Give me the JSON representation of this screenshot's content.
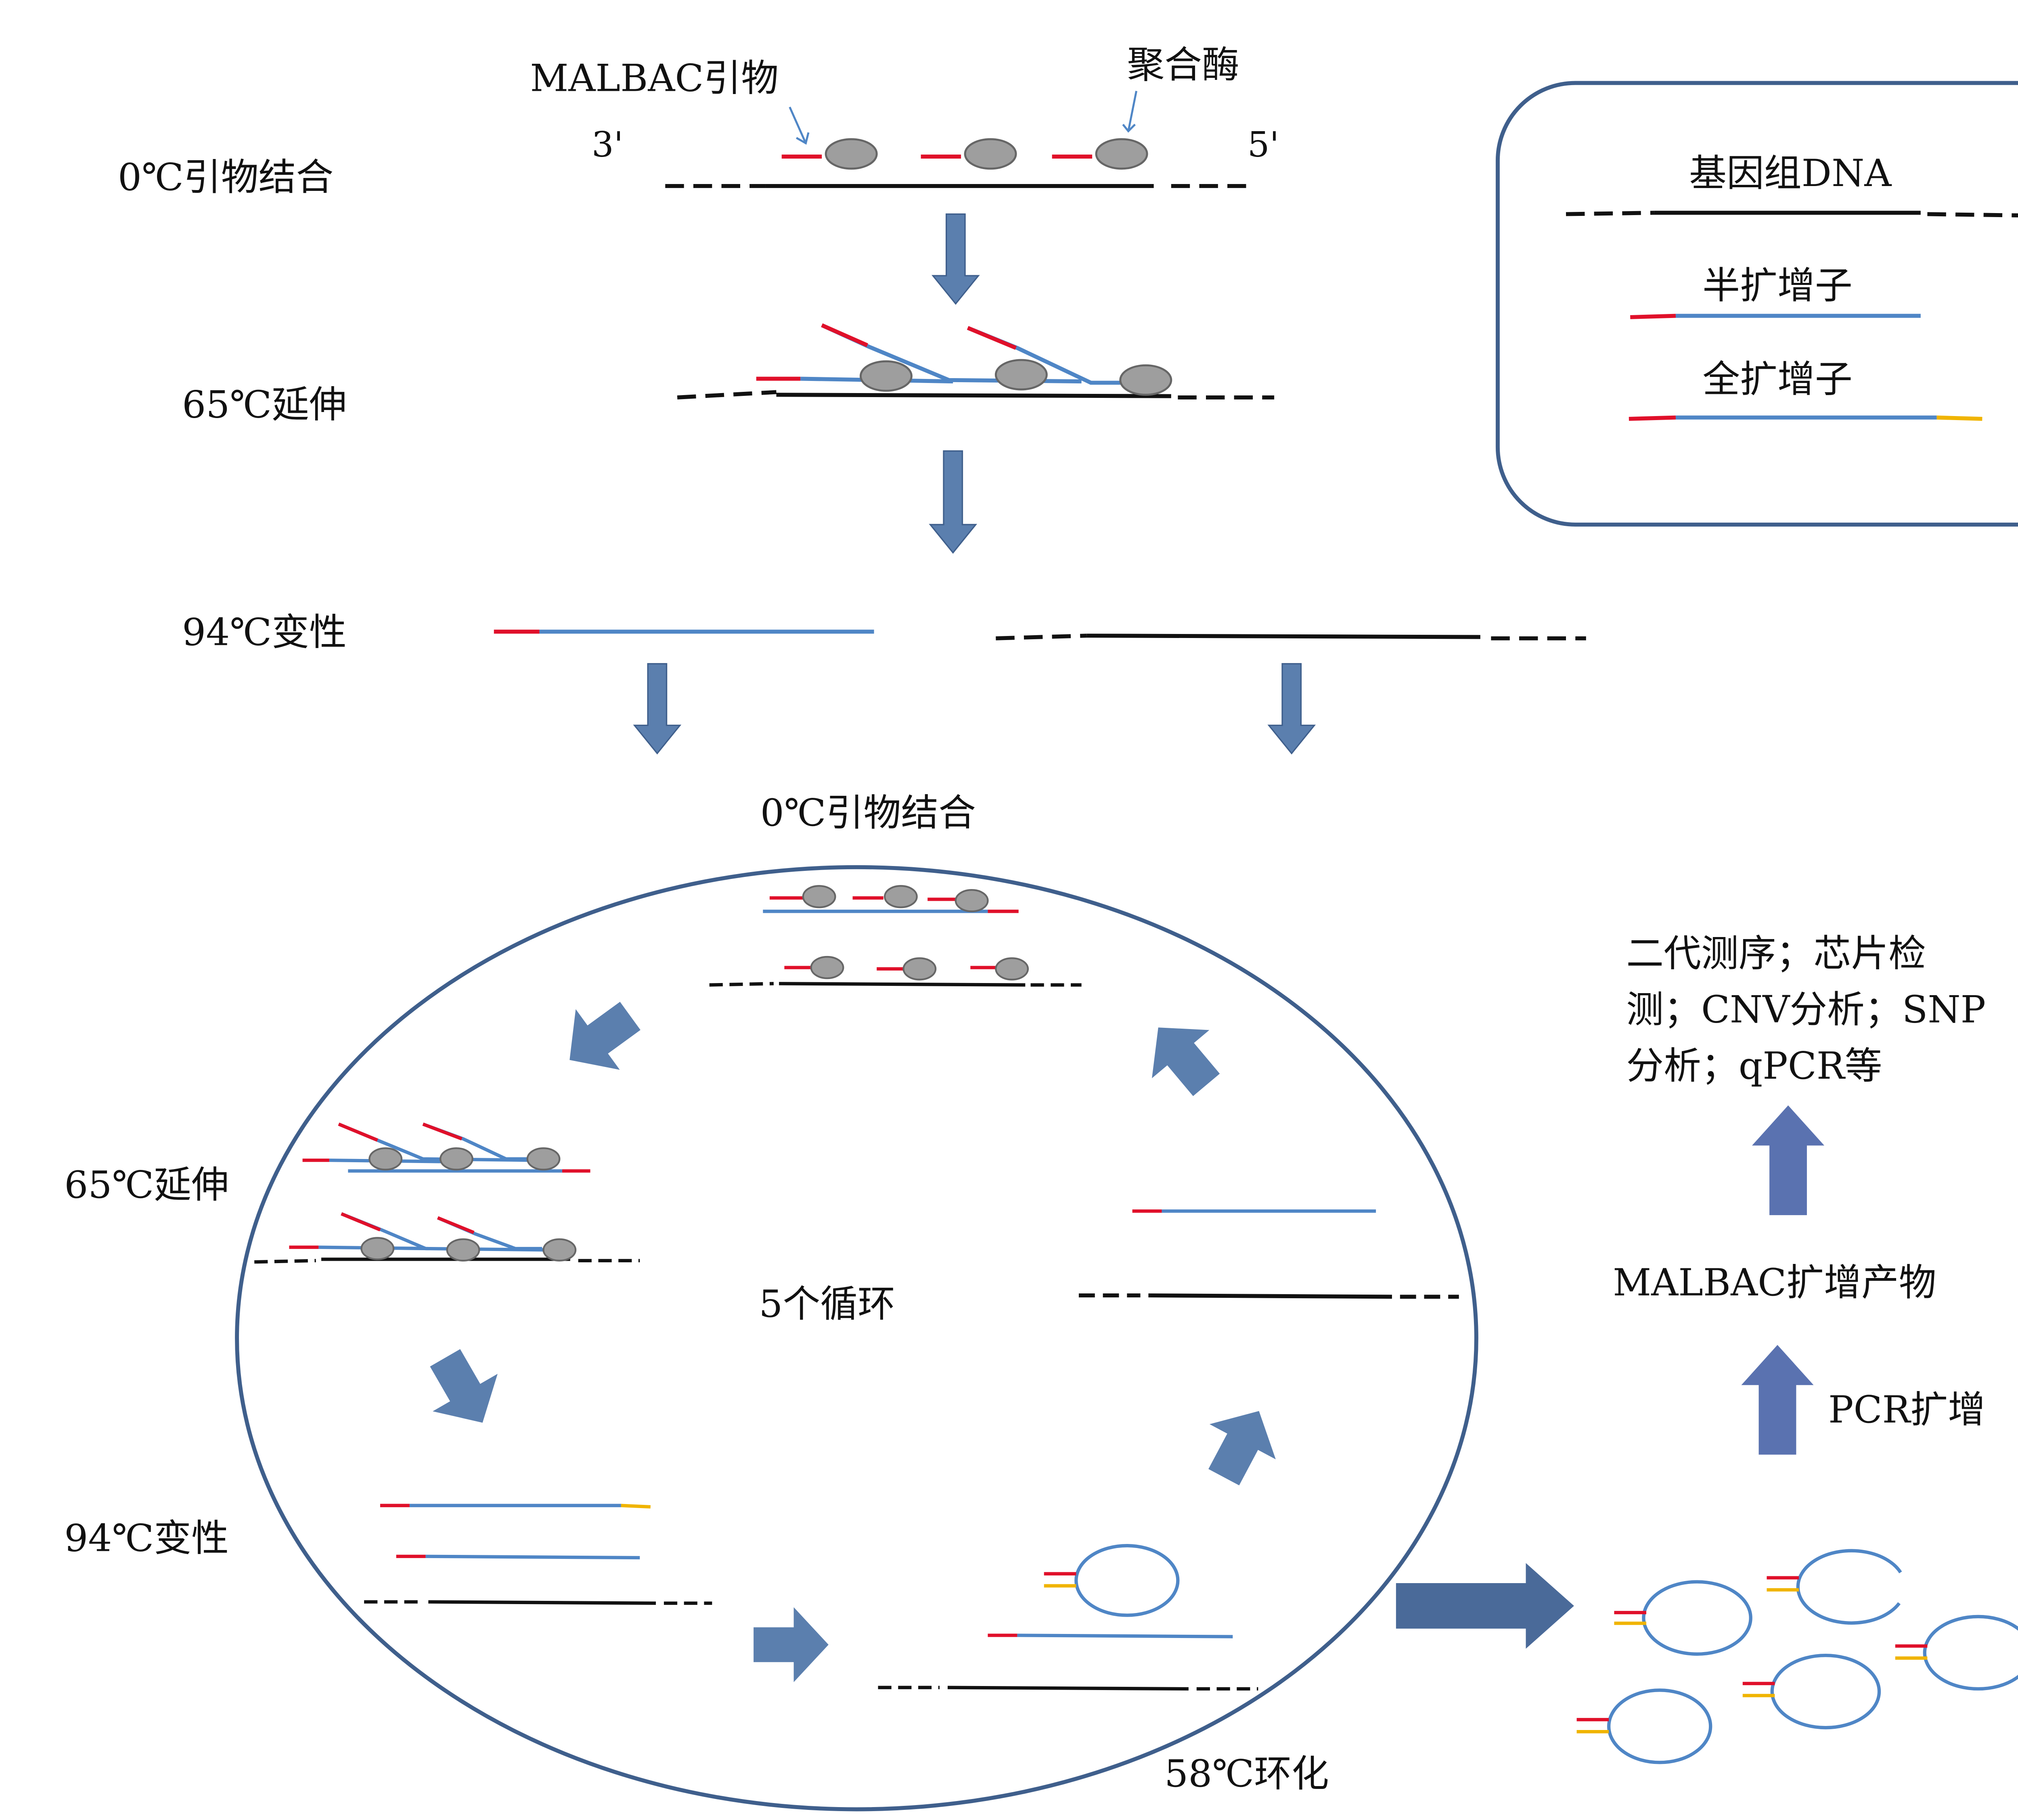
{
  "colors": {
    "genomic": "#111111",
    "strand": "#4f86c6",
    "primer_5": "#e0102a",
    "primer_3": "#f0b400",
    "polymerase": "#9e9e9e",
    "arrow": "#5b7fae",
    "arrow_dark": "#4a6a99",
    "up_arrow": "#5a72b0",
    "frame": "#3f5f8c"
  },
  "icons": [
    "down-arrow-icon",
    "block-arrow-icon",
    "up-arrow-icon",
    "circular-amplicon-icon",
    "polymerase-icon"
  ],
  "top": {
    "primer_label": "MALBAC引物",
    "polymerase_label": "聚合酶",
    "end_3": "3'",
    "end_5": "5'",
    "step1": "0℃引物结合",
    "step2": "65℃延伸",
    "step3": "94℃变性"
  },
  "legend": {
    "genomic": "基因组DNA",
    "semi": "半扩增子",
    "full": "全扩增子"
  },
  "cycle": {
    "step_anneal": "0℃引物结合",
    "step_extend": "65℃延伸",
    "step_denature": "94℃变性",
    "step_loop": "58℃环化",
    "center": "5个循环"
  },
  "downstream": {
    "apps_line1": "二代测序；芯片检",
    "apps_line2": "测；CNV分析；SNP",
    "apps_line3": "分析；qPCR等",
    "product": "MALBAC扩增产物",
    "pcr": "PCR扩增"
  }
}
